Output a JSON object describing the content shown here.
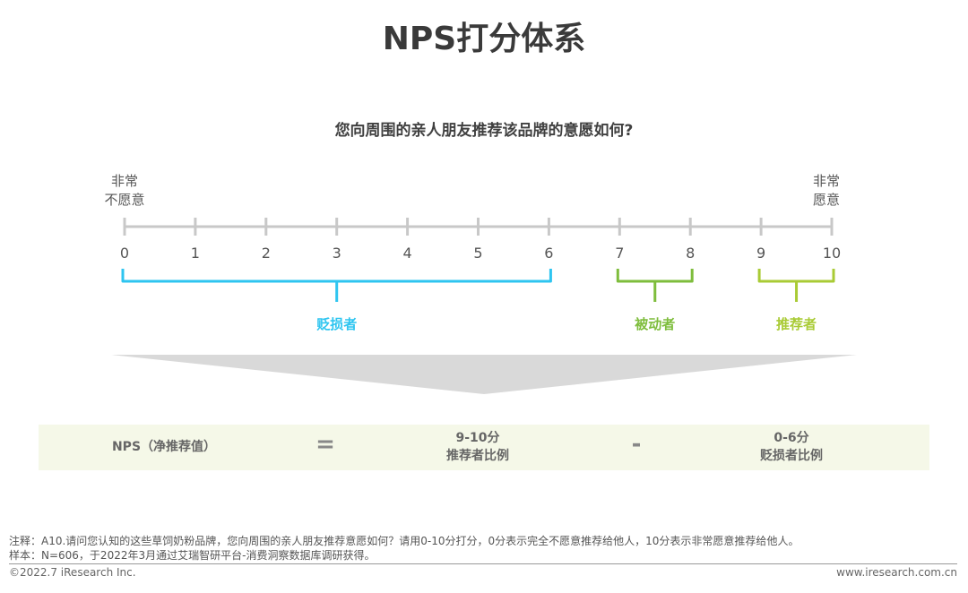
{
  "title": "NPS打分体系",
  "question": "您向周围的亲人朋友推荐该品牌的意愿如何?",
  "scale": {
    "left_label": [
      "非常",
      "不愿意"
    ],
    "right_label": [
      "非常",
      "愿意"
    ],
    "ticks": [
      "0",
      "1",
      "2",
      "3",
      "4",
      "5",
      "6",
      "7",
      "8",
      "9",
      "10"
    ],
    "groups": [
      {
        "label": "贬损者",
        "from": 0,
        "to": 6,
        "color": "#2ec5f0"
      },
      {
        "label": "被动者",
        "from": 7,
        "to": 8,
        "color": "#7ebd3c"
      },
      {
        "label": "推荐者",
        "from": 9,
        "to": 10,
        "color": "#a9cb35"
      }
    ]
  },
  "formula": {
    "lhs": "NPS（净推荐值）",
    "equals": "=",
    "term1": [
      "9-10分",
      "推荐者比例"
    ],
    "minus": "-",
    "term2": [
      "0-6分",
      "贬损者比例"
    ]
  },
  "footer": {
    "note": "注释：A10.请问您认知的这些草饲奶粉品牌，您向周围的亲人朋友推荐意愿如何？请用0-10分打分，0分表示完全不愿意推荐给他人，10分表示非常愿意推荐给他人。",
    "sample": "样本：N=606，于2022年3月通过艾瑞智研平台-消费洞察数据库调研获得。",
    "copyright": "©2022.7 iResearch Inc.",
    "website": "www.iresearch.com.cn"
  }
}
